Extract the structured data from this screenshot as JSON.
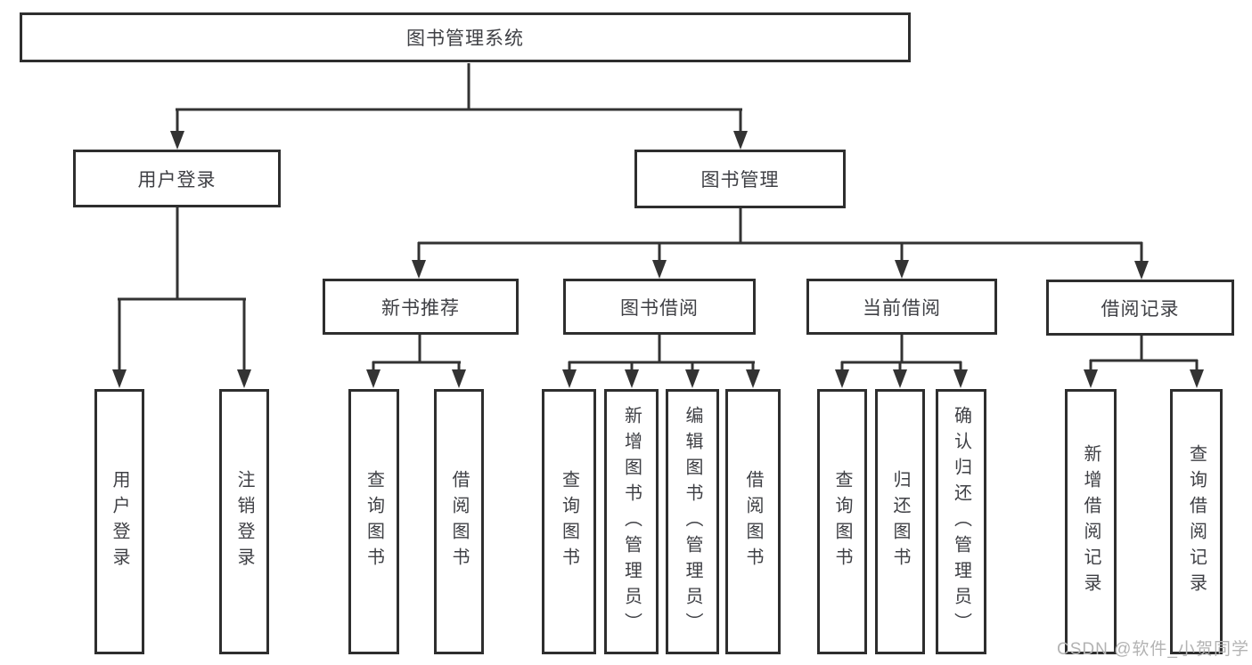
{
  "diagram": {
    "root": {
      "label": "图书管理系统"
    },
    "level1": [
      {
        "label": "用户登录"
      },
      {
        "label": "图书管理"
      }
    ],
    "user_login_children": [
      {
        "label": "用户登录"
      },
      {
        "label": "注销登录"
      }
    ],
    "level2": [
      {
        "label": "新书推荐"
      },
      {
        "label": "图书借阅"
      },
      {
        "label": "当前借阅"
      },
      {
        "label": "借阅记录"
      }
    ],
    "new_book_children": [
      {
        "label": "查询图书"
      },
      {
        "label": "借阅图书"
      }
    ],
    "book_borrow_children": [
      {
        "label": "查询图书"
      },
      {
        "label": "新增图书（管理员）"
      },
      {
        "label": "编辑图书（管理员）"
      },
      {
        "label": "借阅图书"
      }
    ],
    "current_borrow_children": [
      {
        "label": "查询图书"
      },
      {
        "label": "归还图书"
      },
      {
        "label": "确认归还（管理员）"
      }
    ],
    "borrow_record_children": [
      {
        "label": "新增借阅记录"
      },
      {
        "label": "查询借阅记录"
      }
    ]
  },
  "watermark": {
    "text": "CSDN @软件_小贺同学"
  },
  "colors": {
    "line": "#333333",
    "border": "#2e2e2e",
    "text": "#3f4045",
    "background": "#ffffff",
    "watermark": "#b3b3b3"
  }
}
